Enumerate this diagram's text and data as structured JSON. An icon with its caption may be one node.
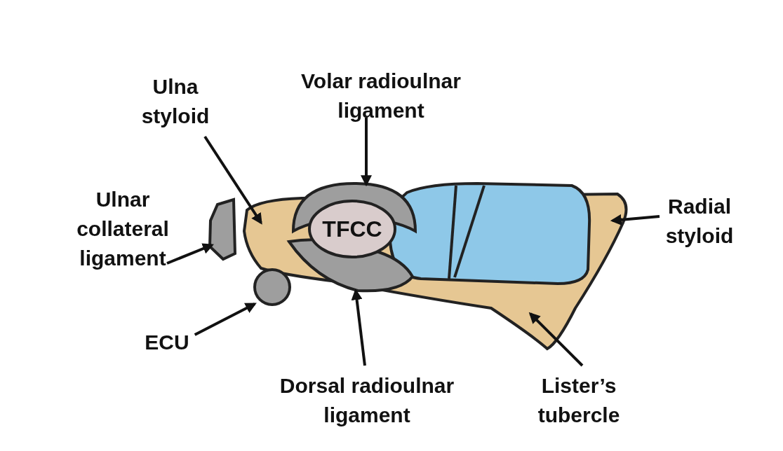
{
  "diagram": {
    "nodes": [
      {
        "text": [
          "Volar radioulnar ligament"
        ]
      },
      {
        "text": [
          "Ulna styloid"
        ]
      },
      {
        "text": [
          "Ulnar collateral ligament"
        ]
      },
      {
        "text": [
          "TFCC"
        ]
      },
      {
        "text": [
          "Radial styloid"
        ]
      },
      {
        "text": [
          "ECU"
        ]
      },
      {
        "text": [
          "Dorsal radioulnar ligament"
        ]
      },
      {
        "text": [
          "Lister’s tubercle"
        ]
      },
      {
        "text": [],
        "shape": "box"
      },
      {
        "text": [],
        "shape": "circle"
      },
      {
        "text": [],
        "shape": "box"
      },
      {
        "text": [],
        "shape": "box"
      }
    ],
    "edges": [
      {
        "from": 0,
        "to": 10,
        "arrow": "to"
      },
      {
        "from": 1,
        "to": null,
        "arrow": "to"
      },
      {
        "from": 2,
        "to": 8,
        "arrow": "to"
      },
      {
        "from": 4,
        "to": null,
        "arrow": "to"
      },
      {
        "from": 5,
        "to": 9,
        "arrow": "to"
      },
      {
        "from": 6,
        "to": 11,
        "arrow": "to"
      },
      {
        "from": 7,
        "to": null,
        "arrow": "to"
      }
    ]
  }
}
